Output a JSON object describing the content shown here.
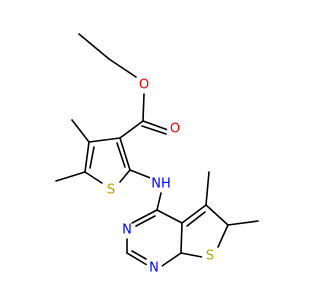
{
  "molecule": {
    "colors": {
      "bond": "#000000",
      "oxygen": "#ff0000",
      "sulfur": "#b5a000",
      "nitrogen": "#0000ff",
      "background": "#ffffff"
    },
    "atoms": {
      "o_ether": "O",
      "o_carbonyl": "O",
      "s_top_ring": "S",
      "nh": "NH",
      "n_pyrimidine_upper": "N",
      "n_pyrimidine_lower": "N",
      "s_bottom_ring": "S"
    }
  }
}
